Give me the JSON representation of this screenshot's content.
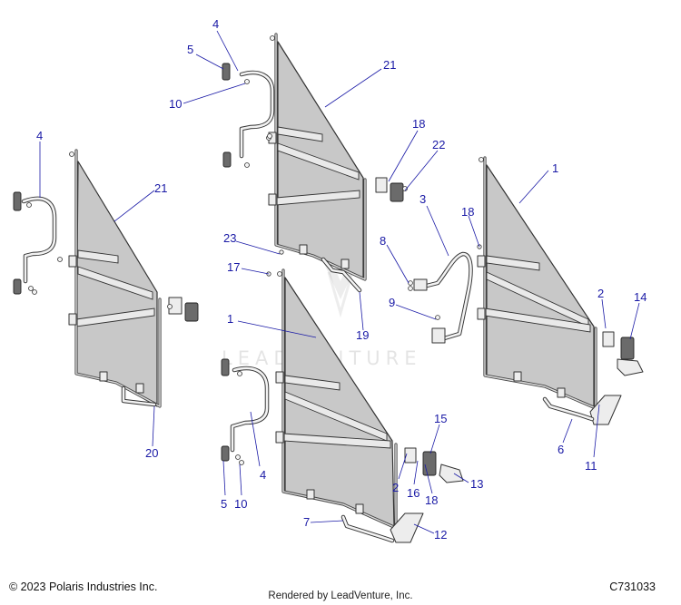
{
  "footer": {
    "copyright": "© 2023 Polaris Industries Inc.",
    "diagram_id": "C731033",
    "rendered_by": "Rendered by LeadVenture, Inc."
  },
  "watermark": "LEADVENTURE",
  "colors": {
    "callout": "#1a1aa6",
    "mesh": "#c8c8c8",
    "frame": "#444444"
  },
  "callouts": [
    {
      "id": "c1",
      "label": "1"
    },
    {
      "id": "c2",
      "label": "1"
    },
    {
      "id": "c3",
      "label": "2"
    },
    {
      "id": "c4",
      "label": "2"
    },
    {
      "id": "c5",
      "label": "3"
    },
    {
      "id": "c6",
      "label": "4"
    },
    {
      "id": "c7",
      "label": "4"
    },
    {
      "id": "c8",
      "label": "4"
    },
    {
      "id": "c9",
      "label": "5"
    },
    {
      "id": "c10",
      "label": "5"
    },
    {
      "id": "c11",
      "label": "6"
    },
    {
      "id": "c12",
      "label": "7"
    },
    {
      "id": "c13",
      "label": "8"
    },
    {
      "id": "c14",
      "label": "9"
    },
    {
      "id": "c15",
      "label": "10"
    },
    {
      "id": "c16",
      "label": "10"
    },
    {
      "id": "c17",
      "label": "11"
    },
    {
      "id": "c18",
      "label": "12"
    },
    {
      "id": "c19",
      "label": "13"
    },
    {
      "id": "c20",
      "label": "14"
    },
    {
      "id": "c21",
      "label": "15"
    },
    {
      "id": "c22",
      "label": "16"
    },
    {
      "id": "c23",
      "label": "17"
    },
    {
      "id": "c24",
      "label": "18"
    },
    {
      "id": "c25",
      "label": "18"
    },
    {
      "id": "c26",
      "label": "18"
    },
    {
      "id": "c27",
      "label": "19"
    },
    {
      "id": "c28",
      "label": "20"
    },
    {
      "id": "c29",
      "label": "21"
    },
    {
      "id": "c30",
      "label": "21"
    },
    {
      "id": "c31",
      "label": "22"
    },
    {
      "id": "c32",
      "label": "23"
    }
  ]
}
